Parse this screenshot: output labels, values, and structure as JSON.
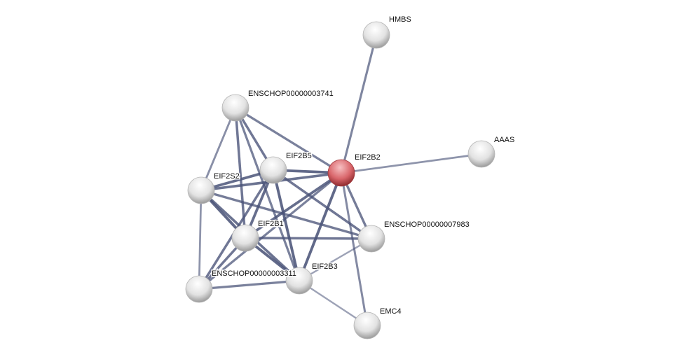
{
  "network": {
    "query_node": "EIF2B2",
    "colors": {
      "query": "#d9666b",
      "node": "#e6e6e6",
      "edge": "#4a5378"
    },
    "nodes": [
      {
        "id": "HMBS",
        "label": "HMBS"
      },
      {
        "id": "ENSCHOP00000003741",
        "label": "ENSCHOP00000003741"
      },
      {
        "id": "EIF2B5",
        "label": "EIF2B5"
      },
      {
        "id": "EIF2B2",
        "label": "EIF2B2"
      },
      {
        "id": "AAAS",
        "label": "AAAS"
      },
      {
        "id": "EIF2S2",
        "label": "EIF2S2"
      },
      {
        "id": "EIF2B1",
        "label": "EIF2B1"
      },
      {
        "id": "ENSCHOP00000007983",
        "label": "ENSCHOP00000007983"
      },
      {
        "id": "ENSCHOP00000003311",
        "label": "ENSCHOP00000003311"
      },
      {
        "id": "EIF2B3",
        "label": "EIF2B3"
      },
      {
        "id": "EMC4",
        "label": "EMC4"
      }
    ],
    "edges": [
      [
        "ENSCHOP00000003741",
        "EIF2S2",
        0.55
      ],
      [
        "ENSCHOP00000003741",
        "EIF2B1",
        0.8
      ],
      [
        "ENSCHOP00000003741",
        "EIF2B5",
        0.8
      ],
      [
        "ENSCHOP00000003741",
        "EIF2B3",
        0.7
      ],
      [
        "ENSCHOP00000003741",
        "EIF2B2",
        0.7
      ],
      [
        "EIF2B5",
        "EIF2B2",
        0.95
      ],
      [
        "EIF2B5",
        "EIF2S2",
        0.9
      ],
      [
        "EIF2B5",
        "EIF2B1",
        0.9
      ],
      [
        "EIF2B5",
        "ENSCHOP00000003311",
        0.8
      ],
      [
        "EIF2B5",
        "EIF2B3",
        0.95
      ],
      [
        "EIF2B5",
        "ENSCHOP00000007983",
        0.8
      ],
      [
        "EIF2B2",
        "EIF2S2",
        0.85
      ],
      [
        "EIF2B2",
        "EIF2B1",
        0.9
      ],
      [
        "EIF2B2",
        "ENSCHOP00000003311",
        0.7
      ],
      [
        "EIF2B2",
        "EIF2B3",
        0.95
      ],
      [
        "EIF2B2",
        "ENSCHOP00000007983",
        0.75
      ],
      [
        "EIF2B2",
        "EMC4",
        0.6
      ],
      [
        "EIF2B2",
        "HMBS",
        0.65
      ],
      [
        "EIF2B2",
        "AAAS",
        0.5
      ],
      [
        "EIF2S2",
        "EIF2B1",
        0.95
      ],
      [
        "EIF2S2",
        "ENSCHOP00000003311",
        0.5
      ],
      [
        "EIF2S2",
        "EIF2B3",
        0.85
      ],
      [
        "EIF2S2",
        "ENSCHOP00000007983",
        0.75
      ],
      [
        "EIF2B1",
        "ENSCHOP00000003311",
        0.8
      ],
      [
        "EIF2B1",
        "EIF2B3",
        0.95
      ],
      [
        "EIF2B1",
        "ENSCHOP00000007983",
        0.8
      ],
      [
        "ENSCHOP00000003311",
        "EIF2B3",
        0.7
      ],
      [
        "EIF2B3",
        "ENSCHOP00000007983",
        0.35
      ],
      [
        "EIF2B3",
        "EMC4",
        0.35
      ]
    ]
  }
}
